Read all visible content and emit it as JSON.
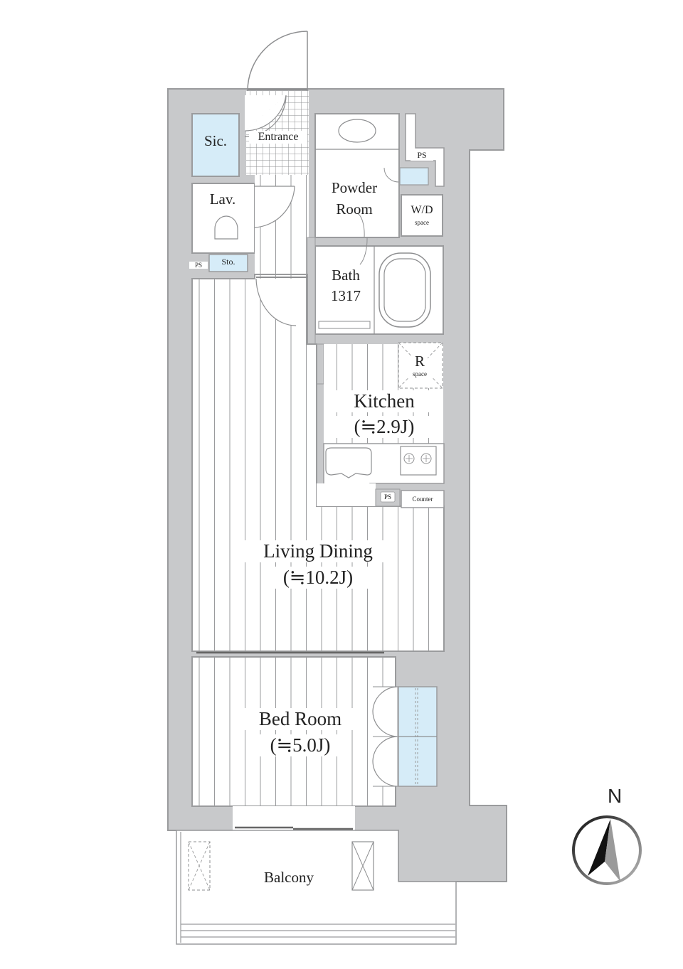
{
  "floorplan": {
    "colors": {
      "wall": "#c8c9cb",
      "wall_edge": "#9a9b9d",
      "storage_fill": "#d6ecf8",
      "line": "#8e8f91",
      "text": "#222222"
    },
    "rooms": {
      "sic": {
        "label": "Sic."
      },
      "entrance": {
        "label": "Entrance"
      },
      "lav": {
        "label": "Lav."
      },
      "sto": {
        "label": "Sto."
      },
      "ps_lav": {
        "label": "PS"
      },
      "powder_room": {
        "label_line1": "Powder",
        "label_line2": "Room"
      },
      "ps_top": {
        "label": "PS"
      },
      "wd_space": {
        "label": "W/D",
        "sub": "space"
      },
      "bath": {
        "label": "Bath",
        "size": "1317"
      },
      "r_space": {
        "label": "R",
        "sub": "space"
      },
      "kitchen": {
        "label": "Kitchen",
        "area": "(≒2.9J)"
      },
      "ps_kitchen": {
        "label": "PS"
      },
      "counter": {
        "label": "Counter"
      },
      "living_dining": {
        "label": "Living Dining",
        "area": "(≒10.2J)"
      },
      "bed_room": {
        "label": "Bed Room",
        "area": "(≒5.0J)"
      },
      "balcony": {
        "label": "Balcony"
      }
    },
    "compass": {
      "label": "N"
    }
  }
}
